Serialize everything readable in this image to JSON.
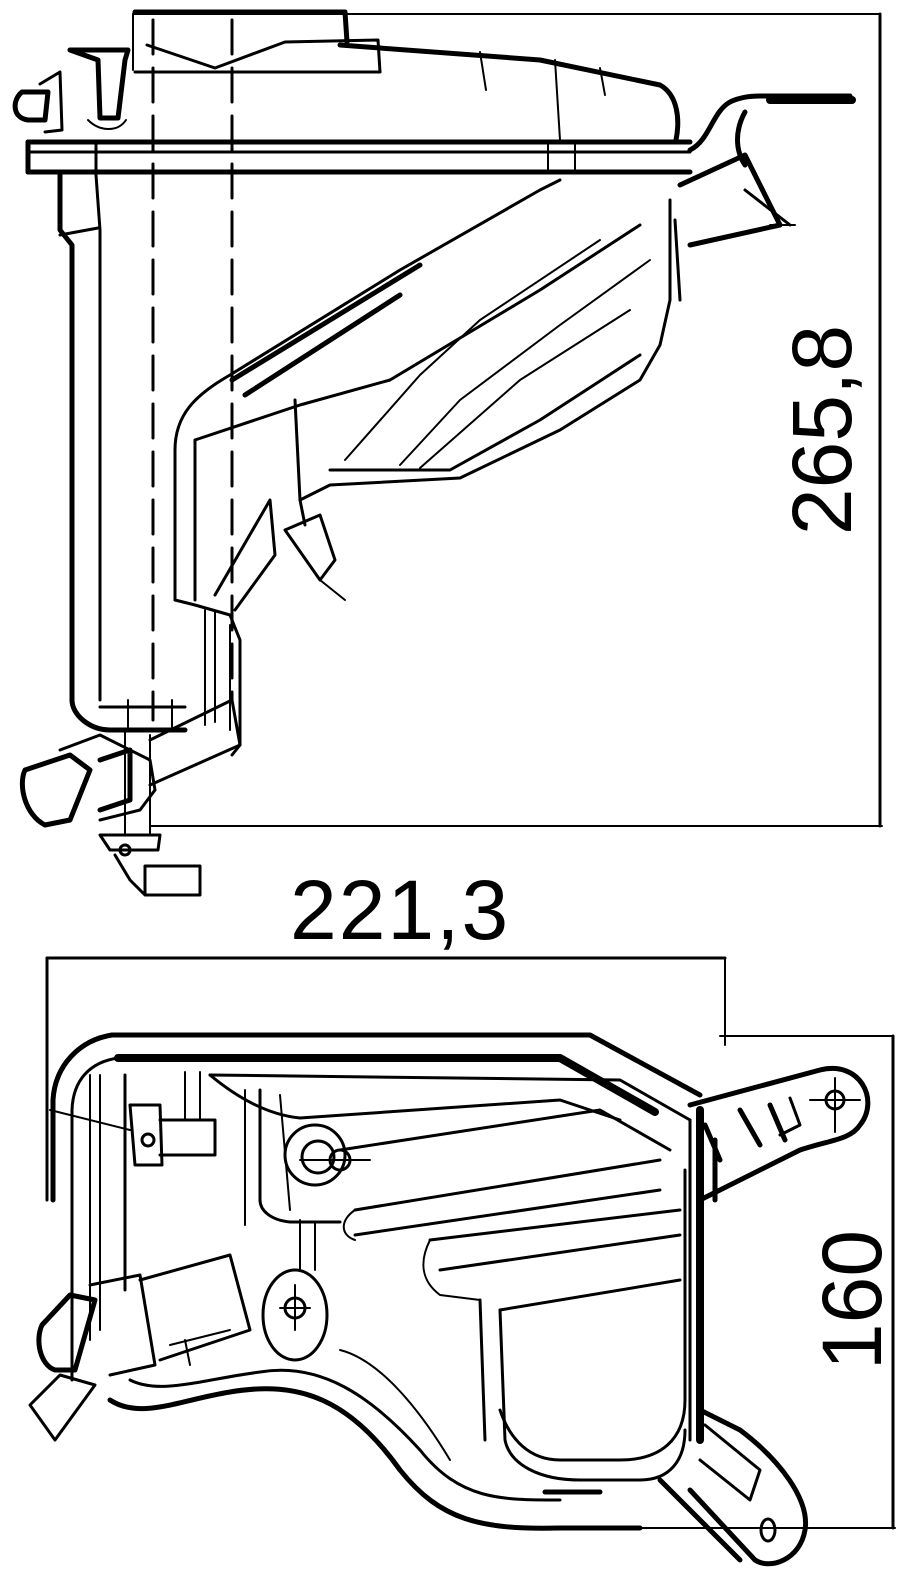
{
  "drawing": {
    "subject": "coolant expansion tank",
    "views": [
      {
        "name": "side-view",
        "position": "top"
      },
      {
        "name": "plan-view",
        "position": "bottom"
      }
    ],
    "line_color": "#000000",
    "background_color": "#ffffff"
  },
  "dimensions": {
    "height": {
      "label": "265,8",
      "orientation": "vertical",
      "view": "side-view"
    },
    "width": {
      "label": "221,3",
      "orientation": "horizontal",
      "view": "plan-view"
    },
    "depth": {
      "label": "160",
      "orientation": "vertical",
      "view": "plan-view"
    }
  }
}
